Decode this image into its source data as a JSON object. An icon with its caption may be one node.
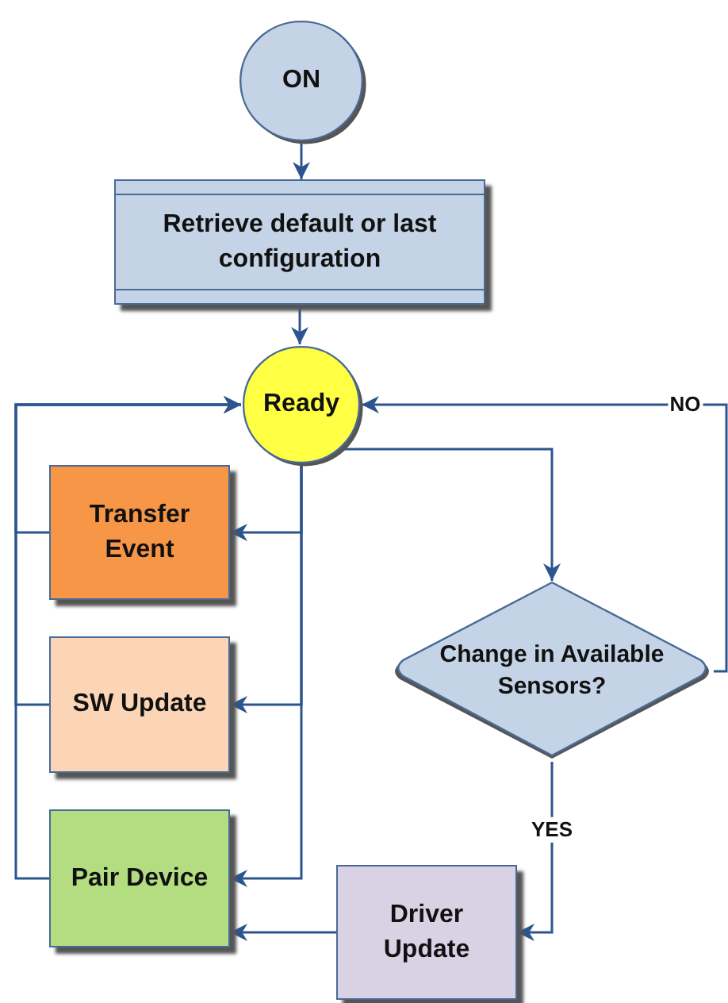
{
  "diagram": {
    "nodes": [
      {
        "text": [
          "ON"
        ]
      },
      {
        "text": [
          "Retrieve default or last configuration"
        ]
      },
      {
        "text": [
          "Ready"
        ]
      },
      {
        "text": [
          "Transfer Event"
        ]
      },
      {
        "text": [
          "SW Update"
        ]
      },
      {
        "text": [
          "Pair Device"
        ]
      },
      {
        "text": [
          "Change in Available Sensors?"
        ]
      },
      {
        "text": [
          "Driver Update"
        ]
      }
    ],
    "edges": [
      {
        "from": 0,
        "to": 1,
        "arrow": "to"
      },
      {
        "from": 1,
        "to": 2,
        "arrow": "to"
      },
      {
        "from": 2,
        "to": 3,
        "arrow": "to"
      },
      {
        "from": 2,
        "to": 4,
        "arrow": "to"
      },
      {
        "from": 2,
        "to": 5,
        "arrow": "to"
      },
      {
        "from": 3,
        "to": 2,
        "arrow": "to"
      },
      {
        "from": 4,
        "to": 2,
        "arrow": "to"
      },
      {
        "from": 5,
        "to": 2,
        "arrow": "to"
      },
      {
        "from": 2,
        "to": 6,
        "arrow": "to"
      },
      {
        "from": 6,
        "to": 2,
        "arrow": "to",
        "label": "NO"
      },
      {
        "from": 6,
        "to": 7,
        "arrow": "to",
        "label": "YES"
      },
      {
        "from": 7,
        "to": 5,
        "arrow": "to"
      }
    ]
  }
}
